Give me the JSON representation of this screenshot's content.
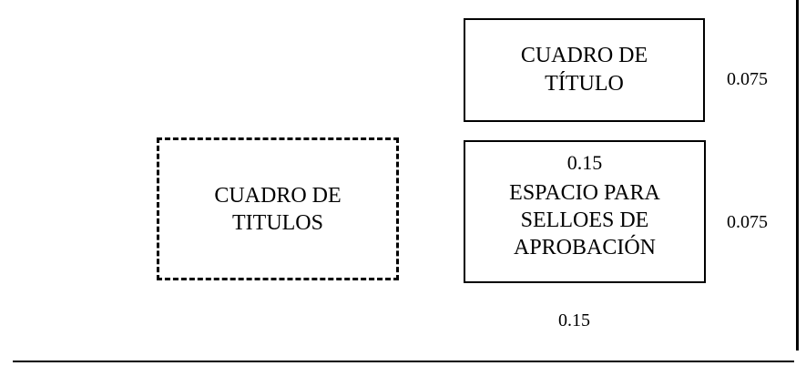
{
  "dashed_box": {
    "line1": "CUADRO DE",
    "line2": "TITULOS"
  },
  "title_box": {
    "line1": "CUADRO DE",
    "line2": "TÍTULO"
  },
  "stamp_box": {
    "dimension": "0.15",
    "line1": "ESPACIO PARA",
    "line2": "SELLOES DE",
    "line3": "APROBACIÓN"
  },
  "dimensions": {
    "title_box_height": "0.075",
    "stamp_box_height": "0.075",
    "bottom_width": "0.15"
  }
}
